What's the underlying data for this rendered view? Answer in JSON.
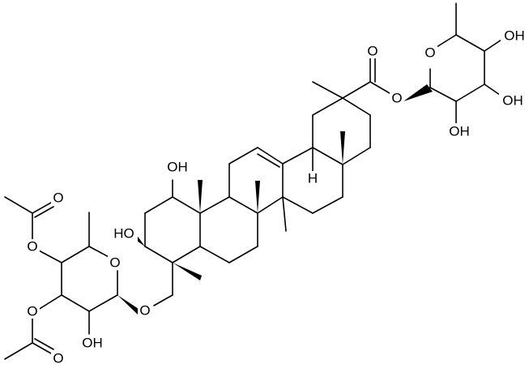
{
  "molecule": {
    "atom_labels": {
      "carbonyl_o_top": "O",
      "ester_o": "O",
      "sugar1_ring_o": "O",
      "sugar1_oh_c4": "OH",
      "sugar1_oh_c3": "OH",
      "sugar1_oh_c2": "OH",
      "oh_c2": "OH",
      "ho_c3": "HO",
      "h_c18": "H",
      "acetyl1_carbonyl_o": "O",
      "acetyl1_ester_o": "O",
      "sugar2_ring_o": "O",
      "acetyl2_ester_o": "O",
      "acetyl2_carbonyl_o": "O",
      "sugar2_oh": "OH",
      "glycoside_o": "O"
    }
  }
}
